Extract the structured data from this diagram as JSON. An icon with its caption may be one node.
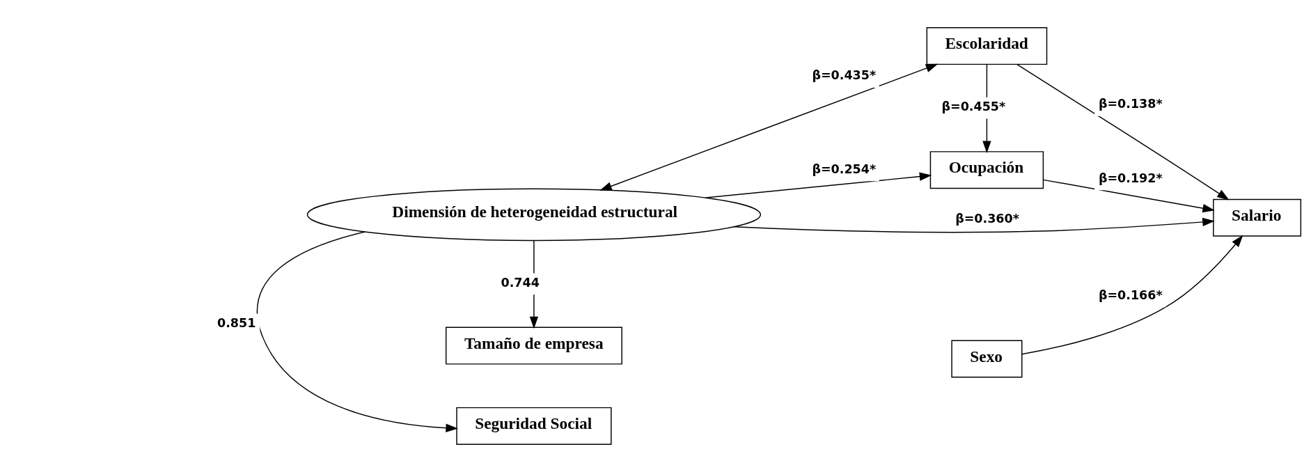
{
  "diagram": {
    "nodes": [
      {
        "text": [
          "Escolaridad"
        ]
      },
      {
        "text": [
          "Tamaño de empresa"
        ]
      },
      {
        "text": [
          "Ocupación"
        ]
      },
      {
        "text": [
          "Salario"
        ]
      },
      {
        "text": [
          "Dimensión de heterogeneidad estructural"
        ]
      },
      {
        "text": [
          "Seguridad Social"
        ]
      },
      {
        "text": [
          "Sexo"
        ]
      }
    ],
    "edges": [
      {
        "from": 0,
        "to": 3,
        "arrow": "to",
        "label": "β=0.138*"
      },
      {
        "from": 0,
        "to": 2,
        "arrow": "to",
        "label": "β=0.455*"
      },
      {
        "from": 0,
        "to": 4,
        "arrow": "both",
        "label": "β=0.435*"
      },
      {
        "from": 2,
        "to": 3,
        "arrow": "to",
        "label": "β=0.192*"
      },
      {
        "from": 4,
        "to": 1,
        "arrow": "to",
        "label": "0.744"
      },
      {
        "from": 4,
        "to": 2,
        "arrow": "to",
        "label": "β=0.254*"
      },
      {
        "from": 4,
        "to": 3,
        "arrow": "to",
        "label": "β=0.360*"
      },
      {
        "from": 4,
        "to": 5,
        "arrow": "to",
        "label": "0.851"
      },
      {
        "from": 6,
        "to": 3,
        "arrow": "to",
        "label": "β=0.166*"
      }
    ]
  }
}
